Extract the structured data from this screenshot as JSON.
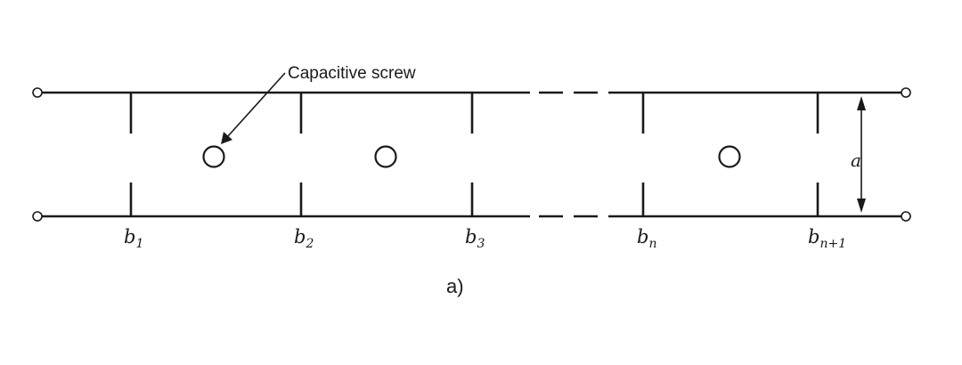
{
  "callout": {
    "label": "Capacitive screw"
  },
  "dimension": {
    "label": "a"
  },
  "posts": [
    {
      "base": "b",
      "sub": "1"
    },
    {
      "base": "b",
      "sub": "2"
    },
    {
      "base": "b",
      "sub": "3"
    },
    {
      "base": "b",
      "sub": "n"
    },
    {
      "base": "b",
      "sub": "n+1"
    }
  ],
  "caption": "a)"
}
